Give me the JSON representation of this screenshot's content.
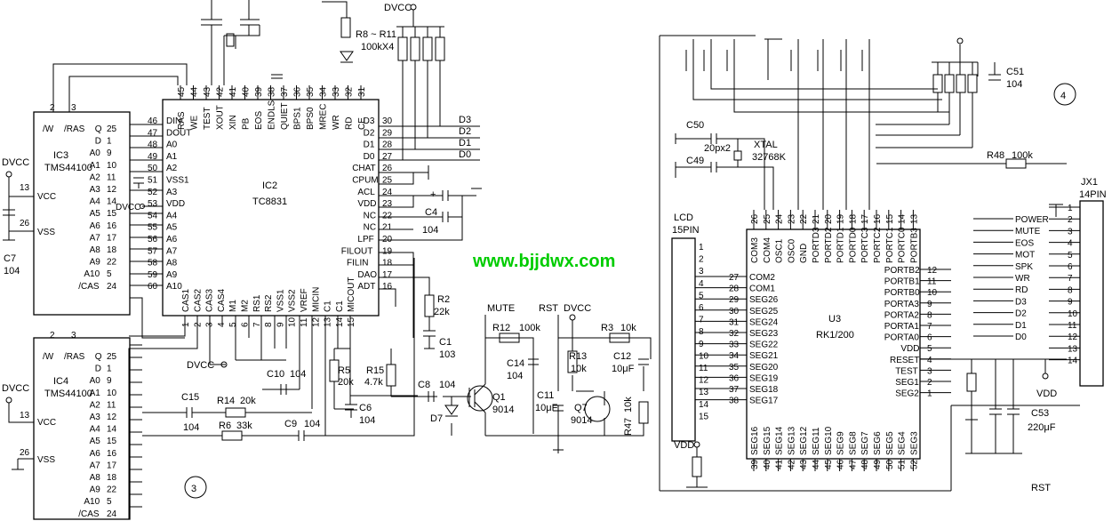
{
  "watermark": "www.bjjdwx.com",
  "circuit3": {
    "number": "3",
    "ic2": {
      "ref": "IC2",
      "part": "TC8831",
      "top_pins": [
        {
          "num": "45",
          "name": "RAS"
        },
        {
          "num": "44",
          "name": "WE"
        },
        {
          "num": "43",
          "name": "TEST"
        },
        {
          "num": "42",
          "name": "XOUT"
        },
        {
          "num": "41",
          "name": "XIN"
        },
        {
          "num": "40",
          "name": "PB"
        },
        {
          "num": "39",
          "name": "EOS"
        },
        {
          "num": "38",
          "name": "ENDLS"
        },
        {
          "num": "37",
          "name": "QUIET"
        },
        {
          "num": "36",
          "name": "BPS1"
        },
        {
          "num": "35",
          "name": "BPS0"
        },
        {
          "num": "34",
          "name": "MREC"
        },
        {
          "num": "33",
          "name": "WR"
        },
        {
          "num": "32",
          "name": "RD"
        },
        {
          "num": "31",
          "name": "CE"
        }
      ],
      "left_pins": [
        {
          "num": "46",
          "name": "DIN"
        },
        {
          "num": "47",
          "name": "DOUT"
        },
        {
          "num": "48",
          "name": "A0"
        },
        {
          "num": "49",
          "name": "A1"
        },
        {
          "num": "50",
          "name": "A2"
        },
        {
          "num": "51",
          "name": "VSS1"
        },
        {
          "num": "52",
          "name": "A3"
        },
        {
          "num": "53",
          "name": "VDD"
        },
        {
          "num": "54",
          "name": "A4"
        },
        {
          "num": "55",
          "name": "A5"
        },
        {
          "num": "56",
          "name": "A6"
        },
        {
          "num": "57",
          "name": "A7"
        },
        {
          "num": "58",
          "name": "A8"
        },
        {
          "num": "59",
          "name": "A9"
        },
        {
          "num": "60",
          "name": "A10"
        }
      ],
      "right_pins": [
        {
          "num": "30",
          "name": "D3"
        },
        {
          "num": "29",
          "name": "D2"
        },
        {
          "num": "28",
          "name": "D1"
        },
        {
          "num": "27",
          "name": "D0"
        },
        {
          "num": "26",
          "name": "CHAT"
        },
        {
          "num": "25",
          "name": "CPUM"
        },
        {
          "num": "24",
          "name": "ACL"
        },
        {
          "num": "23",
          "name": "VDD"
        },
        {
          "num": "22",
          "name": "NC"
        },
        {
          "num": "21",
          "name": "NC"
        },
        {
          "num": "20",
          "name": "LPF"
        },
        {
          "num": "19",
          "name": "FILOUT"
        },
        {
          "num": "18",
          "name": "FILIN"
        },
        {
          "num": "17",
          "name": "DAO"
        },
        {
          "num": "16",
          "name": "ADT"
        }
      ],
      "bottom_pins": [
        {
          "num": "1",
          "name": "CAS1"
        },
        {
          "num": "2",
          "name": "CAS2"
        },
        {
          "num": "3",
          "name": "CAS3"
        },
        {
          "num": "4",
          "name": "CAS4"
        },
        {
          "num": "5",
          "name": "M1"
        },
        {
          "num": "6",
          "name": "M2"
        },
        {
          "num": "7",
          "name": "RS1"
        },
        {
          "num": "8",
          "name": "RS2"
        },
        {
          "num": "9",
          "name": "VSS1"
        },
        {
          "num": "10",
          "name": "VSS2"
        },
        {
          "num": "11",
          "name": "VREF"
        },
        {
          "num": "12",
          "name": "MICIN"
        },
        {
          "num": "13",
          "name": "C1"
        },
        {
          "num": "14",
          "name": "C1"
        },
        {
          "num": "15",
          "name": "MICOUT"
        }
      ]
    },
    "ic3": {
      "ref": "IC3",
      "part": "TMS44100",
      "top_pins": [
        "2",
        "3"
      ],
      "top_names": [
        "/W",
        "/RAS"
      ],
      "pins": [
        {
          "num": "25",
          "name": "Q"
        },
        {
          "num": "1",
          "name": "D"
        },
        {
          "num": "9",
          "name": "A0"
        },
        {
          "num": "10",
          "name": "A1"
        },
        {
          "num": "11",
          "name": "A2"
        },
        {
          "num": "12",
          "name": "A3"
        },
        {
          "num": "14",
          "name": "A4"
        },
        {
          "num": "15",
          "name": "A5"
        },
        {
          "num": "16",
          "name": "A6"
        },
        {
          "num": "17",
          "name": "A7"
        },
        {
          "num": "18",
          "name": "A8"
        },
        {
          "num": "22",
          "name": "A9"
        },
        {
          "num": "5",
          "name": "A10"
        },
        {
          "num": "24",
          "name": "/CAS"
        }
      ],
      "vcc_pin": "13",
      "vss_pin": "26"
    },
    "ic4": {
      "ref": "IC4",
      "part": "TMS44100",
      "top_pins": [
        "2",
        "3"
      ],
      "top_names": [
        "/W",
        "/RAS"
      ],
      "pins": [
        {
          "num": "25",
          "name": "Q"
        },
        {
          "num": "1",
          "name": "D"
        },
        {
          "num": "9",
          "name": "A0"
        },
        {
          "num": "10",
          "name": "A1"
        },
        {
          "num": "11",
          "name": "A2"
        },
        {
          "num": "12",
          "name": "A3"
        },
        {
          "num": "14",
          "name": "A4"
        },
        {
          "num": "15",
          "name": "A5"
        },
        {
          "num": "16",
          "name": "A6"
        },
        {
          "num": "17",
          "name": "A7"
        },
        {
          "num": "18",
          "name": "A8"
        },
        {
          "num": "22",
          "name": "A9"
        },
        {
          "num": "5",
          "name": "A10"
        },
        {
          "num": "24",
          "name": "/CAS"
        }
      ],
      "vcc_pin": "13",
      "vss_pin": "26"
    },
    "labels": {
      "dvcc": "DVCC",
      "c7": "C7",
      "c7v": "104",
      "r8": "R8 ~ R11",
      "r8v": "100kX4",
      "d3": "D3",
      "d2": "D2",
      "d1": "D1",
      "d0": "D0",
      "c4": "C4",
      "c4v": "104",
      "r2": "R2",
      "r2v": "22k",
      "c1": "C1",
      "c1v": "103",
      "mute": "MUTE",
      "rst": "RST",
      "r12": "R12",
      "r12v": "100k",
      "r3": "R3",
      "r3v": "10k",
      "r13": "R13",
      "r13v": "10k",
      "c12": "C12",
      "c12v": "10μF",
      "c14": "C14",
      "c14v": "104",
      "c11": "C11",
      "c11v": "10μF",
      "q1": "Q1",
      "q1v": "9014",
      "q7": "Q7",
      "q7v": "9014",
      "r47": "R47",
      "r47v": "10k",
      "c8": "C8",
      "c8v": "104",
      "d7": "D7",
      "r5": "R5",
      "r5v": "20k",
      "r15": "R15",
      "r15v": "4.7k",
      "c6": "C6",
      "c6v": "104",
      "c10": "C10",
      "c10v": "104",
      "c15": "C15",
      "c15v": "104",
      "r14": "R14",
      "r14v": "20k",
      "r6": "R6",
      "r6v": "33k",
      "c9": "C9",
      "c9v": "104"
    }
  },
  "circuit4": {
    "number": "4",
    "u3": {
      "ref": "U3",
      "part": "RK1/200",
      "top_pins": [
        {
          "num": "26",
          "name": "COM3"
        },
        {
          "num": "25",
          "name": "COM4"
        },
        {
          "num": "24",
          "name": "OSC1"
        },
        {
          "num": "23",
          "name": "OSC0"
        },
        {
          "num": "22",
          "name": "GND"
        },
        {
          "num": "21",
          "name": "PORTD3"
        },
        {
          "num": "20",
          "name": "PORTD2"
        },
        {
          "num": "19",
          "name": "PORTD1"
        },
        {
          "num": "18",
          "name": "PORTD0"
        },
        {
          "num": "17",
          "name": "PORTC3"
        },
        {
          "num": "16",
          "name": "PORTC2"
        },
        {
          "num": "15",
          "name": "PORTC1"
        },
        {
          "num": "14",
          "name": "PORTC0"
        },
        {
          "num": "13",
          "name": "PORTB3"
        }
      ],
      "left_pins": [
        {
          "num": "27",
          "name": "COM2"
        },
        {
          "num": "28",
          "name": "COM1"
        },
        {
          "num": "29",
          "name": "SEG26"
        },
        {
          "num": "30",
          "name": "SEG25"
        },
        {
          "num": "31",
          "name": "SEG24"
        },
        {
          "num": "32",
          "name": "SEG23"
        },
        {
          "num": "33",
          "name": "SEG22"
        },
        {
          "num": "34",
          "name": "SEG21"
        },
        {
          "num": "35",
          "name": "SEG20"
        },
        {
          "num": "36",
          "name": "SEG19"
        },
        {
          "num": "37",
          "name": "SEG18"
        },
        {
          "num": "38",
          "name": "SEG17"
        }
      ],
      "right_pins": [
        {
          "num": "12",
          "name": "PORTB2"
        },
        {
          "num": "11",
          "name": "PORTB1"
        },
        {
          "num": "10",
          "name": "PORTB0"
        },
        {
          "num": "9",
          "name": "PORTA3"
        },
        {
          "num": "8",
          "name": "PORTA2"
        },
        {
          "num": "7",
          "name": "PORTA1"
        },
        {
          "num": "6",
          "name": "PORTA0"
        },
        {
          "num": "5",
          "name": "VDD"
        },
        {
          "num": "4",
          "name": "RESET"
        },
        {
          "num": "3",
          "name": "TEST"
        },
        {
          "num": "2",
          "name": "SEG1"
        },
        {
          "num": "1",
          "name": "SEG2"
        }
      ],
      "bottom_pins": [
        {
          "num": "39",
          "name": "SEG16"
        },
        {
          "num": "40",
          "name": "SEG15"
        },
        {
          "num": "41",
          "name": "SEG14"
        },
        {
          "num": "42",
          "name": "SEG13"
        },
        {
          "num": "43",
          "name": "SEG12"
        },
        {
          "num": "44",
          "name": "SEG11"
        },
        {
          "num": "45",
          "name": "SEG10"
        },
        {
          "num": "46",
          "name": "SEG9"
        },
        {
          "num": "47",
          "name": "SEG8"
        },
        {
          "num": "48",
          "name": "SEG7"
        },
        {
          "num": "49",
          "name": "SEG6"
        },
        {
          "num": "50",
          "name": "SEG5"
        },
        {
          "num": "51",
          "name": "SEG4"
        },
        {
          "num": "52",
          "name": "SEG3"
        }
      ]
    },
    "lcd": {
      "title1": "LCD",
      "title2": "15PIN",
      "pins": [
        "1",
        "2",
        "3",
        "4",
        "5",
        "6",
        "7",
        "8",
        "9",
        "10",
        "11",
        "12",
        "13",
        "14",
        "15"
      ]
    },
    "jx1": {
      "title1": "JX1",
      "title2": "14PIN",
      "pins": [
        "1",
        "2",
        "3",
        "4",
        "5",
        "6",
        "7",
        "8",
        "9",
        "10",
        "11",
        "12",
        "13",
        "14"
      ],
      "signals": [
        "POWER",
        "MUTE",
        "EOS",
        "MOT",
        "SPK",
        "WR",
        "RD",
        "D3",
        "D2",
        "D1",
        "D0"
      ]
    },
    "labels": {
      "c50": "C50",
      "c49": "C49",
      "cv": "20px2",
      "xtal": "XTAL",
      "xtalv": "32768K",
      "r48": "R48",
      "r48v": "100k",
      "c51": "C51",
      "c51v": "104",
      "vdd": "VDD",
      "c53": "C53",
      "c53v": "220μF",
      "rst": "RST"
    }
  }
}
